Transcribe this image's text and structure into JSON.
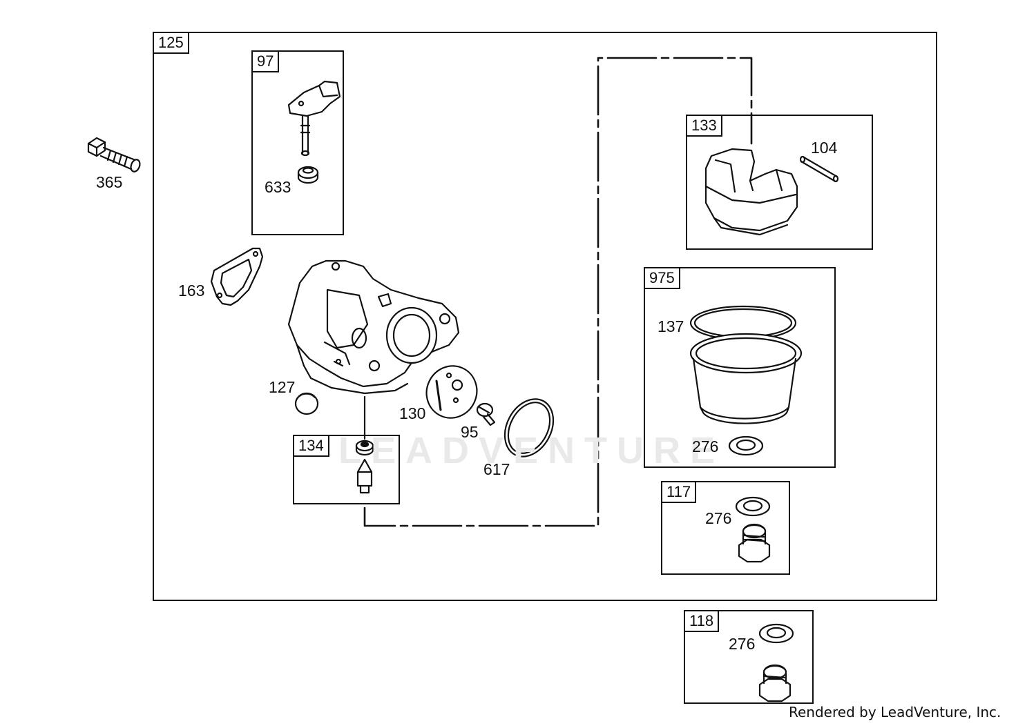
{
  "diagram": {
    "assemblies": [
      {
        "id": "box-125",
        "label": "125"
      },
      {
        "id": "box-97",
        "label": "97"
      },
      {
        "id": "box-133",
        "label": "133"
      },
      {
        "id": "box-975",
        "label": "975"
      },
      {
        "id": "box-134",
        "label": "134"
      },
      {
        "id": "box-117",
        "label": "117"
      },
      {
        "id": "box-118",
        "label": "118"
      }
    ],
    "callouts": [
      {
        "id": "c-365",
        "label": "365"
      },
      {
        "id": "c-633",
        "label": "633"
      },
      {
        "id": "c-163",
        "label": "163"
      },
      {
        "id": "c-104",
        "label": "104"
      },
      {
        "id": "c-137",
        "label": "137"
      },
      {
        "id": "c-276a",
        "label": "276"
      },
      {
        "id": "c-127",
        "label": "127"
      },
      {
        "id": "c-130",
        "label": "130"
      },
      {
        "id": "c-95",
        "label": "95"
      },
      {
        "id": "c-617",
        "label": "617"
      },
      {
        "id": "c-276b",
        "label": "276"
      },
      {
        "id": "c-276c",
        "label": "276"
      }
    ]
  },
  "watermark": "LEADVENTURE",
  "footer": "Rendered by LeadVenture, Inc.",
  "colors": {
    "line": "#111111",
    "watermark": "#e9e9e9",
    "background": "#ffffff"
  }
}
